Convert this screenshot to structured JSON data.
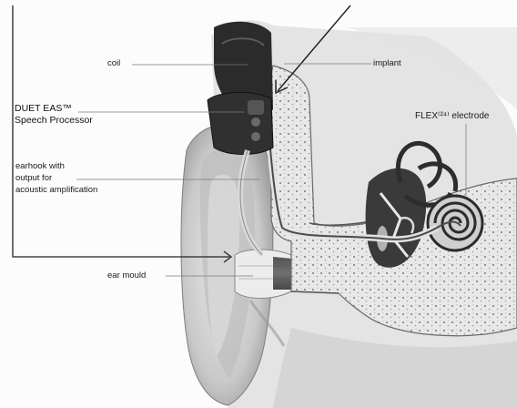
{
  "labels": {
    "coil": "coil",
    "implant": "implant",
    "processor_line1": "DUET EAS™",
    "processor_line2": "Speech Processor",
    "flex_electrode": "FLEX⁽²⁴⁾ electrode",
    "earhook_line1": "earhook with",
    "earhook_line2": "output for",
    "earhook_line3": "acoustic amplification",
    "ear_mould": "ear mould"
  },
  "colors": {
    "background": "#fcfcfc",
    "tissue_light": "#d8d8d8",
    "tissue_mid": "#a9a9a9",
    "bone": "#e6e6e6",
    "dark": "#2b2b2b",
    "line": "#222222",
    "leader": "#7a7a7a"
  }
}
